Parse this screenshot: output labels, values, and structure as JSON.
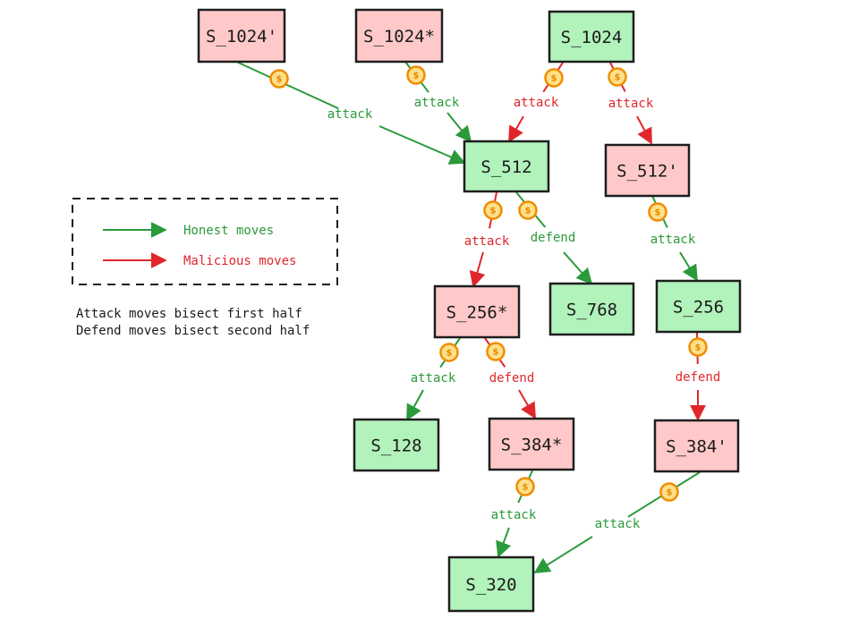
{
  "colors": {
    "honest": "#2a9a3a",
    "malicious": "#e0262c",
    "honest_fill": "#b2f2bb",
    "malicious_fill": "#ffc9c9",
    "stroke": "#1e1e1e",
    "coin_fill": "#ffe08a",
    "coin_stroke": "#f08c00"
  },
  "legend": {
    "items": [
      {
        "label": "Honest moves",
        "kind": "honest"
      },
      {
        "label": "Malicious moves",
        "kind": "malicious"
      }
    ]
  },
  "notes": [
    "Attack moves bisect first half",
    "Defend moves bisect second half"
  ],
  "nodes": [
    {
      "id": "n1024p",
      "label": "S_1024'",
      "kind": "malicious"
    },
    {
      "id": "n1024s",
      "label": "S_1024*",
      "kind": "malicious"
    },
    {
      "id": "n1024",
      "label": "S_1024",
      "kind": "honest"
    },
    {
      "id": "n512",
      "label": "S_512",
      "kind": "honest"
    },
    {
      "id": "n512p",
      "label": "S_512'",
      "kind": "malicious"
    },
    {
      "id": "n256s",
      "label": "S_256*",
      "kind": "malicious"
    },
    {
      "id": "n768",
      "label": "S_768",
      "kind": "honest"
    },
    {
      "id": "n256",
      "label": "S_256",
      "kind": "honest"
    },
    {
      "id": "n128",
      "label": "S_128",
      "kind": "honest"
    },
    {
      "id": "n384s",
      "label": "S_384*",
      "kind": "malicious"
    },
    {
      "id": "n384p",
      "label": "S_384'",
      "kind": "malicious"
    },
    {
      "id": "n320",
      "label": "S_320",
      "kind": "honest"
    }
  ],
  "edges": [
    {
      "from": "n1024p",
      "to": "n512",
      "label": "attack",
      "kind": "honest",
      "bond": true
    },
    {
      "from": "n1024s",
      "to": "n512",
      "label": "attack",
      "kind": "honest",
      "bond": true
    },
    {
      "from": "n1024",
      "to": "n512",
      "label": "attack",
      "kind": "malicious",
      "bond": true
    },
    {
      "from": "n1024",
      "to": "n512p",
      "label": "attack",
      "kind": "malicious",
      "bond": true
    },
    {
      "from": "n512",
      "to": "n256s",
      "label": "attack",
      "kind": "malicious",
      "bond": true
    },
    {
      "from": "n512",
      "to": "n768",
      "label": "defend",
      "kind": "honest",
      "bond": true
    },
    {
      "from": "n512p",
      "to": "n256",
      "label": "attack",
      "kind": "honest",
      "bond": true
    },
    {
      "from": "n256s",
      "to": "n128",
      "label": "attack",
      "kind": "honest",
      "bond": true
    },
    {
      "from": "n256s",
      "to": "n384s",
      "label": "defend",
      "kind": "malicious",
      "bond": true
    },
    {
      "from": "n256",
      "to": "n384p",
      "label": "defend",
      "kind": "malicious",
      "bond": true
    },
    {
      "from": "n384s",
      "to": "n320",
      "label": "attack",
      "kind": "honest",
      "bond": true
    },
    {
      "from": "n384p",
      "to": "n320",
      "label": "attack",
      "kind": "honest",
      "bond": true
    }
  ],
  "coin_symbol": "$"
}
